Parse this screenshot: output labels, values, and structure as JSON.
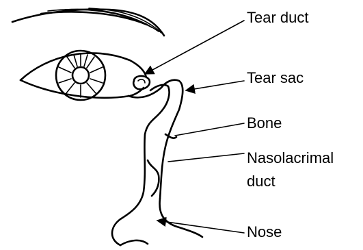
{
  "labels": {
    "tear_duct": "Tear duct",
    "tear_sac": "Tear sac",
    "bone": "Bone",
    "nasolacrimal_line1": "Nasolacrimal",
    "nasolacrimal_line2": "duct",
    "nose": "Nose"
  },
  "colors": {
    "ink": "#000000",
    "background": "#ffffff"
  }
}
